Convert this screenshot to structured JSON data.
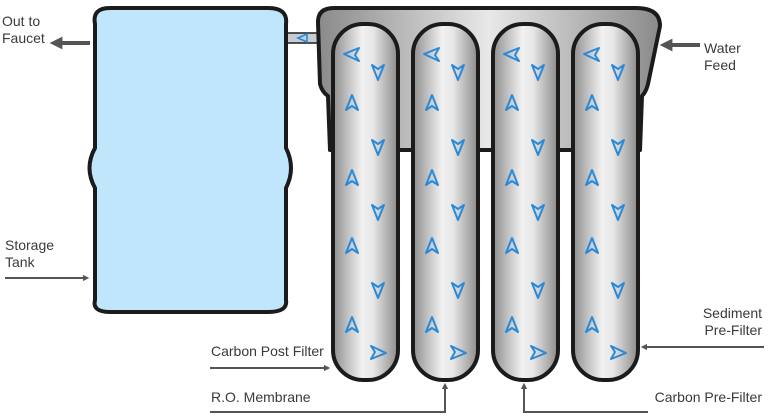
{
  "colors": {
    "tank_fill": "#bfe6fb",
    "outline": "#1b1b1b",
    "cartridge_light": "#eeeeee",
    "cartridge_dark": "#9b9b9b",
    "arrow_blue": "#2a8ad8",
    "leader_line": "#555555",
    "text": "#3a3a3a"
  },
  "labels": {
    "out_to_faucet": [
      "Out to",
      "Faucet"
    ],
    "water_feed": [
      "Water",
      "Feed"
    ],
    "storage_tank": [
      "Storage",
      "Tank"
    ],
    "sediment_prefilter": [
      "Sediment",
      "Pre-Filter"
    ],
    "carbon_post_filter": "Carbon Post Filter",
    "ro_membrane": "R.O. Membrane",
    "carbon_prefilter": "Carbon Pre-Filter"
  },
  "icons": {
    "flow_arrow": "flow-direction-arrow",
    "pointer_arrow": "pointer-arrow"
  }
}
